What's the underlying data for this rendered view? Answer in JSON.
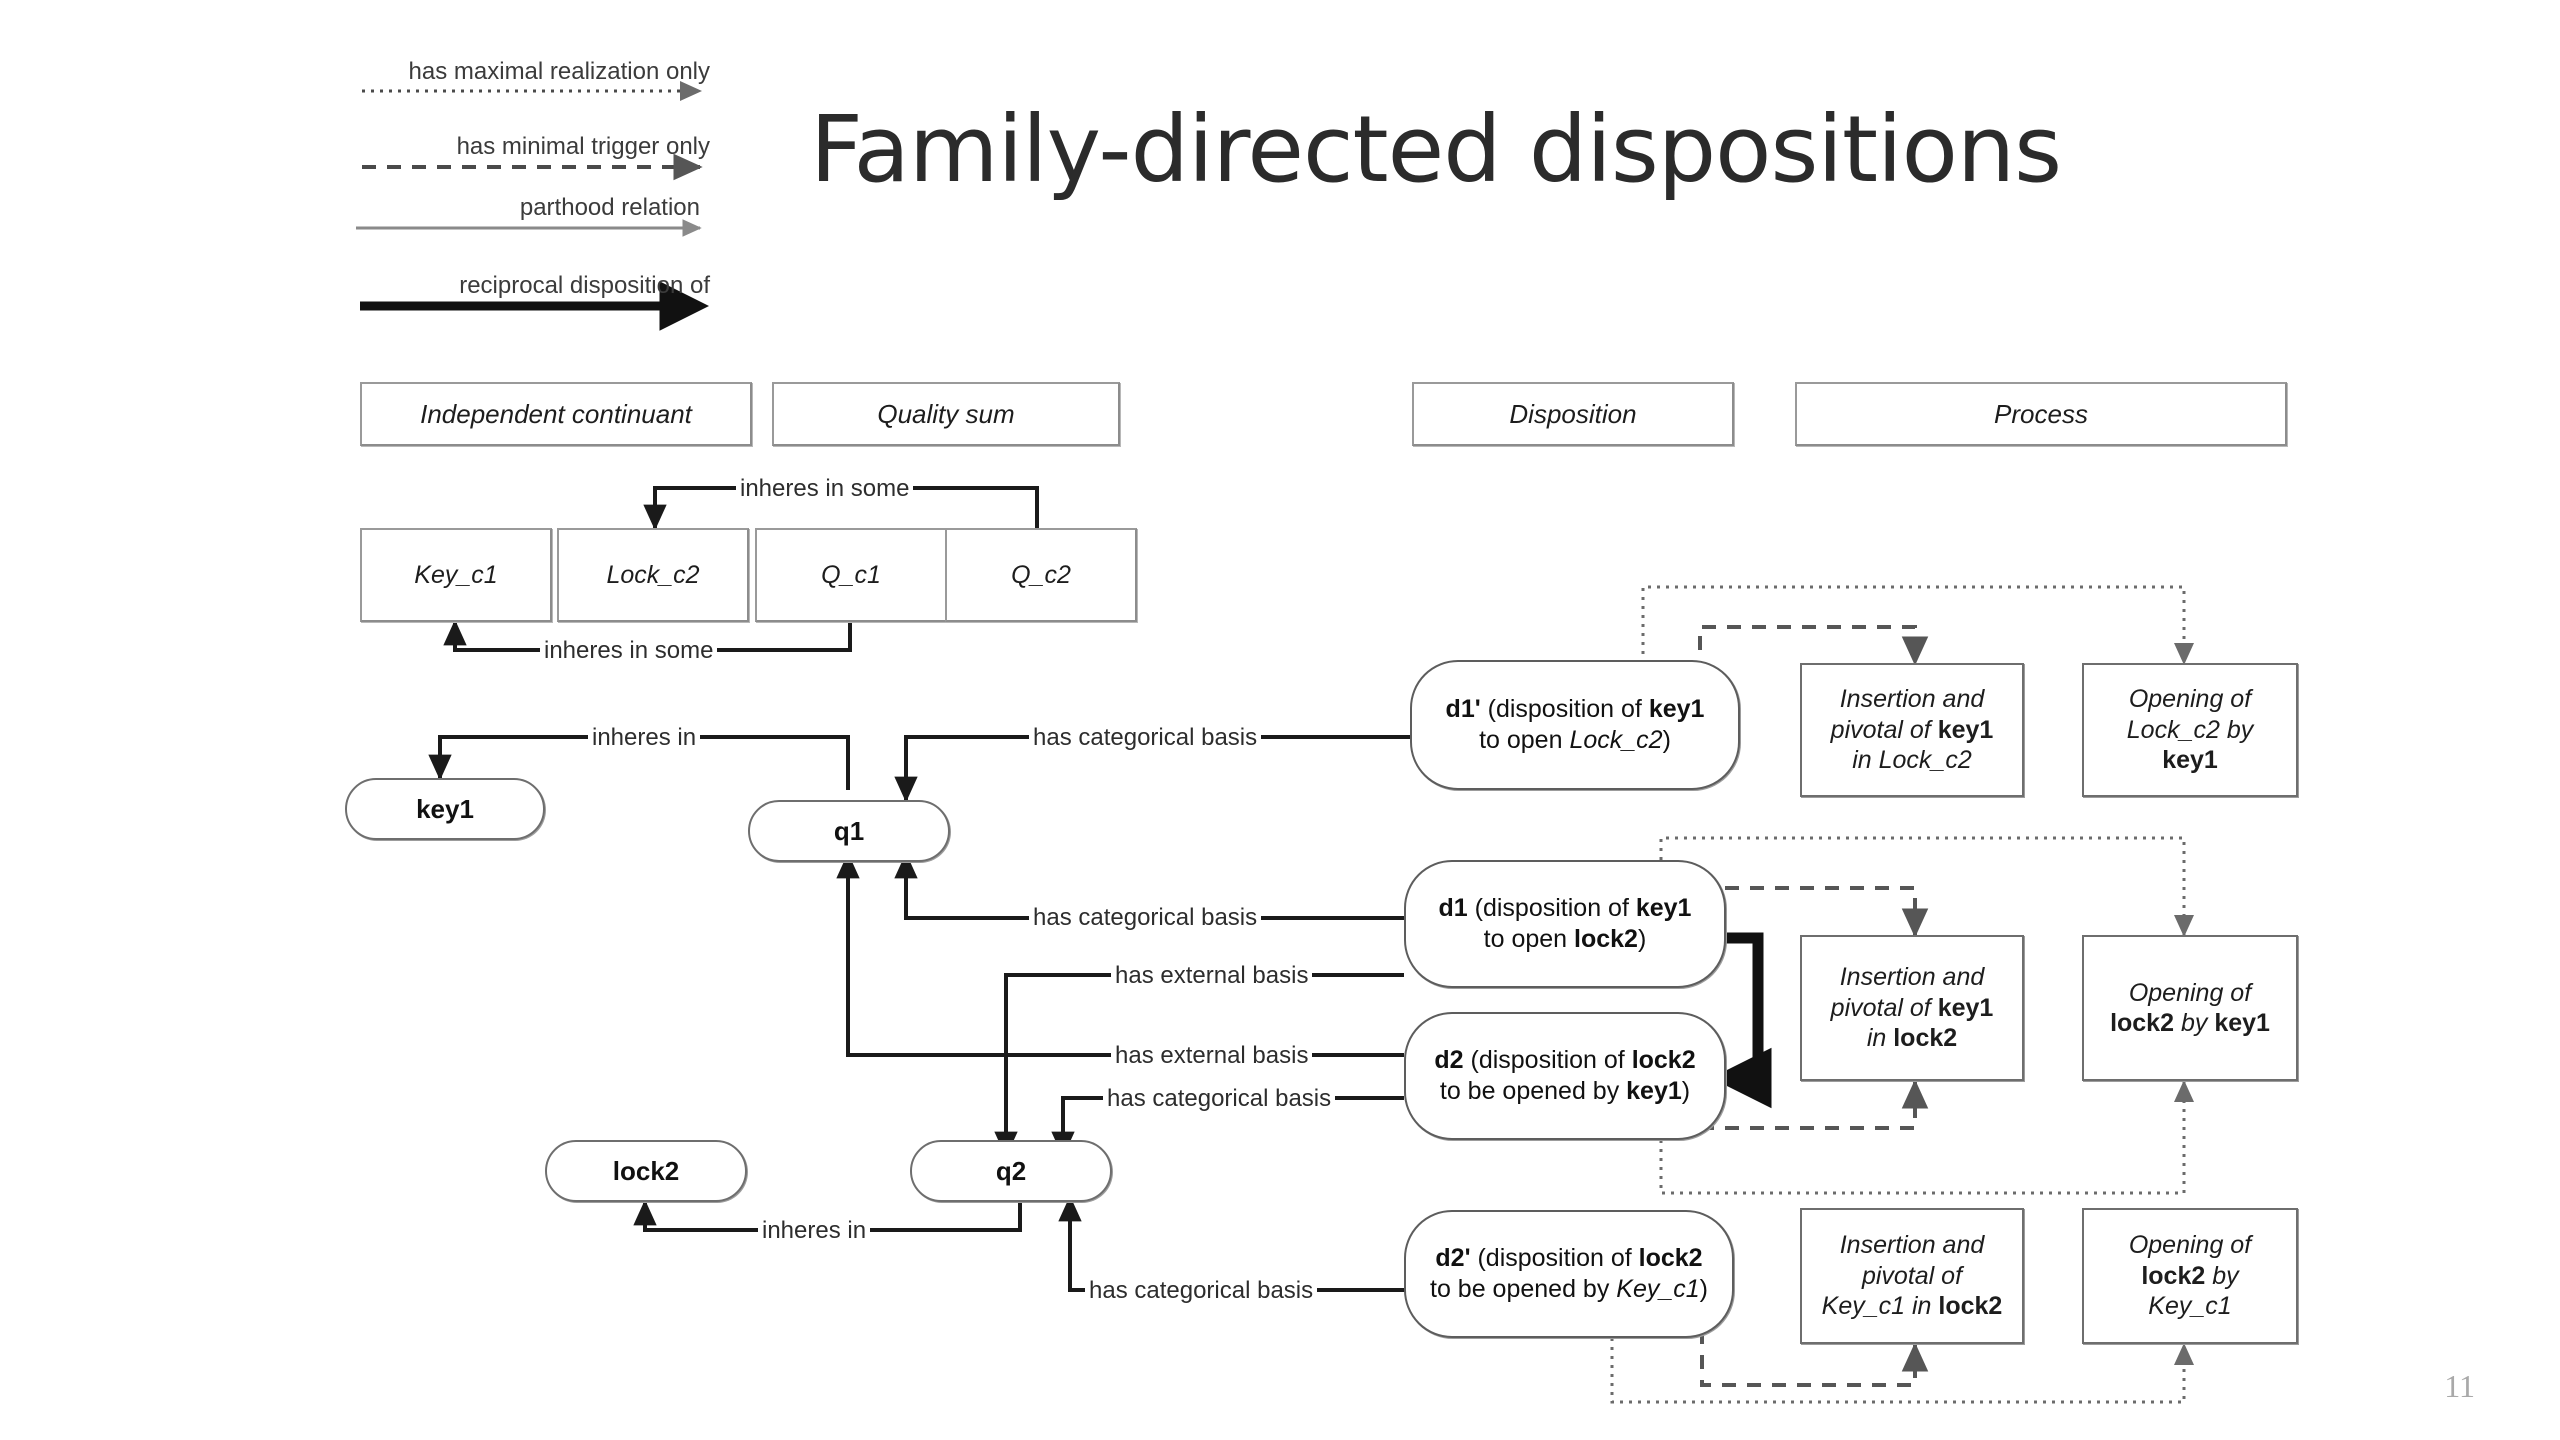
{
  "slide": {
    "title": "Family-directed dispositions",
    "page_number": "11"
  },
  "legend": {
    "items": [
      {
        "label": "has maximal realization only",
        "style": "dotted-arrow",
        "color": "#4a4a4a"
      },
      {
        "label": "has minimal trigger only",
        "style": "dashed-arrow",
        "color": "#4a4a4a"
      },
      {
        "label": "parthood relation",
        "style": "thin-solid-arrow",
        "color": "#8a8a8a"
      },
      {
        "label": "reciprocal disposition of",
        "style": "thick-solid-arrow",
        "color": "#111111"
      }
    ]
  },
  "classes": {
    "top_row": [
      {
        "id": "independent-continuant",
        "label": "Independent continuant"
      },
      {
        "id": "quality-sum",
        "label": "Quality sum"
      },
      {
        "id": "disposition",
        "label": "Disposition"
      },
      {
        "id": "process",
        "label": "Process"
      }
    ],
    "second_row": [
      {
        "id": "key-c1",
        "label": "Key_c1"
      },
      {
        "id": "lock-c2",
        "label": "Lock_c2"
      },
      {
        "id": "q-c1",
        "label": "Q_c1"
      },
      {
        "id": "q-c2",
        "label": "Q_c2"
      }
    ]
  },
  "instances": [
    {
      "id": "key1",
      "label": "key1"
    },
    {
      "id": "q1",
      "label": "q1"
    },
    {
      "id": "lock2",
      "label": "lock2"
    },
    {
      "id": "q2",
      "label": "q2"
    }
  ],
  "dispositions": [
    {
      "id": "d1-prime",
      "line1_bold": "d1'",
      "line1_rest": " (disposition of ",
      "line1_bold2": "key1",
      "line2_plain": "to open ",
      "line2_italic": "Lock_c2",
      "line2_tail": ")",
      "plain_text": "d1' (disposition of key1 to open Lock_c2)"
    },
    {
      "id": "d1",
      "line1_bold": "d1",
      "line1_rest": " (disposition of ",
      "line1_bold2": "key1",
      "line2_plain": "to open ",
      "line2_italic": "lock2",
      "line2_tail": ")",
      "plain_text": "d1 (disposition of key1 to open lock2)"
    },
    {
      "id": "d2",
      "line1_bold": "d2",
      "line1_rest": " (disposition of ",
      "line1_bold2": "lock2",
      "line2_plain": "to be opened by ",
      "line2_italic": "key1",
      "line2_tail": ")",
      "plain_text": "d2 (disposition of lock2 to be opened by key1)"
    },
    {
      "id": "d2-prime",
      "line1_bold": "d2'",
      "line1_rest": " (disposition of ",
      "line1_bold2": "lock2",
      "line2_plain": "to be opened by ",
      "line2_italic": "Key_c1",
      "line2_tail": ")",
      "plain_text": "d2' (disposition of lock2 to be opened by Key_c1)"
    }
  ],
  "processes": [
    {
      "id": "insertion-key1-lockc2",
      "plain_text": "Insertion and pivotal of key1 in Lock_c2"
    },
    {
      "id": "opening-lockc2-key1",
      "plain_text": "Opening of Lock_c2 by key1"
    },
    {
      "id": "insertion-key1-lock2",
      "plain_text": "Insertion and pivotal of key1 in lock2"
    },
    {
      "id": "opening-lock2-key1",
      "plain_text": "Opening of lock2 by key1"
    },
    {
      "id": "insertion-keyc1-lock2",
      "plain_text": "Insertion and pivotal of Key_c1 in lock2"
    },
    {
      "id": "opening-lock2-keyc1",
      "plain_text": "Opening of lock2 by Key_c1"
    }
  ],
  "edge_labels": {
    "inheres_in_some_top": "inheres in some",
    "inheres_in_some_bottom": "inheres in some",
    "inheres_in_key1": "inheres in",
    "inheres_in_lock2": "inheres in",
    "has_categorical_basis_d1p": "has categorical basis",
    "has_categorical_basis_d1": "has categorical basis",
    "has_external_basis_d1": "has external basis",
    "has_external_basis_d2": "has external basis",
    "has_categorical_basis_d2": "has categorical basis",
    "has_categorical_basis_d2p": "has categorical basis"
  }
}
